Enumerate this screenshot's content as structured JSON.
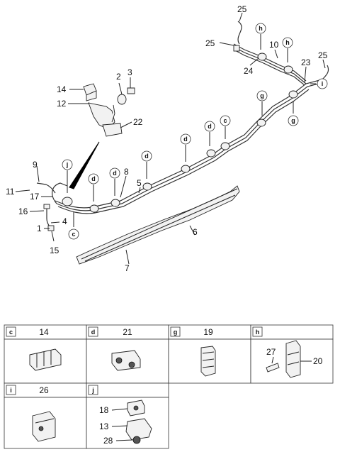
{
  "main_labels": [
    "25",
    "25",
    "10",
    "24",
    "23",
    "25",
    "14",
    "2",
    "3",
    "12",
    "22",
    "9",
    "11",
    "17",
    "16",
    "4",
    "1",
    "15",
    "8",
    "5",
    "6",
    "7"
  ],
  "circle_letters": [
    "h",
    "h",
    "i",
    "g",
    "g",
    "c",
    "d",
    "d",
    "d",
    "d",
    "d",
    "j",
    "c"
  ],
  "table": {
    "row1": [
      {
        "code": "c",
        "part": "14"
      },
      {
        "code": "d",
        "part": "21"
      },
      {
        "code": "g",
        "part": "19"
      },
      {
        "code": "h",
        "part": ""
      }
    ],
    "h_parts": [
      "27",
      "20"
    ],
    "row2": [
      {
        "code": "i",
        "part": "26"
      },
      {
        "code": "j",
        "part": ""
      }
    ],
    "j_parts": [
      "18",
      "13",
      "28"
    ]
  }
}
